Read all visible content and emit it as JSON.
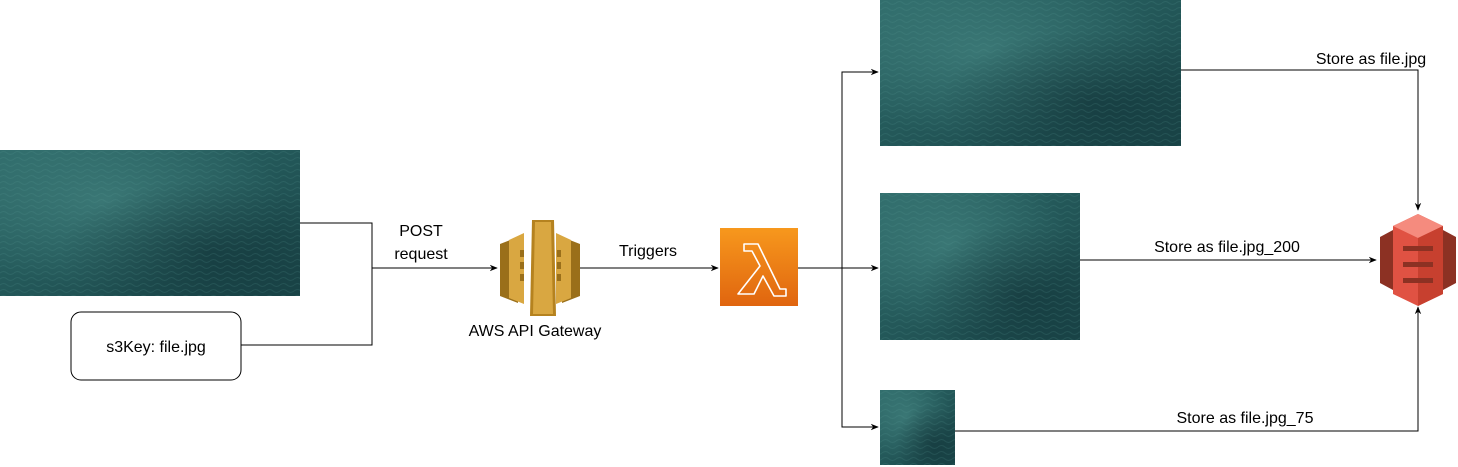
{
  "nodes": {
    "request_key": "s3Key: file.jpg",
    "api_gateway": "AWS API Gateway"
  },
  "edges": {
    "post_line1": "POST",
    "post_line2": "request",
    "triggers": "Triggers",
    "store_original": "Store as file.jpg",
    "store_200": "Store as file.jpg_200",
    "store_75": "Store as file.jpg_75"
  },
  "icons": {
    "source": "ocean-photo-icon",
    "gateway": "aws-api-gateway-icon",
    "lambda": "aws-lambda-icon",
    "s3": "aws-s3-bucket-icon"
  },
  "colors": {
    "gateway_gold": "#d9a741",
    "gateway_dark": "#9a6f1a",
    "lambda_orange_top": "#f7981d",
    "lambda_orange_bottom": "#e0650f",
    "s3_red": "#e05243",
    "s3_dark": "#8c3123",
    "water_light": "#3b7a78",
    "water_dark": "#1c4447"
  }
}
